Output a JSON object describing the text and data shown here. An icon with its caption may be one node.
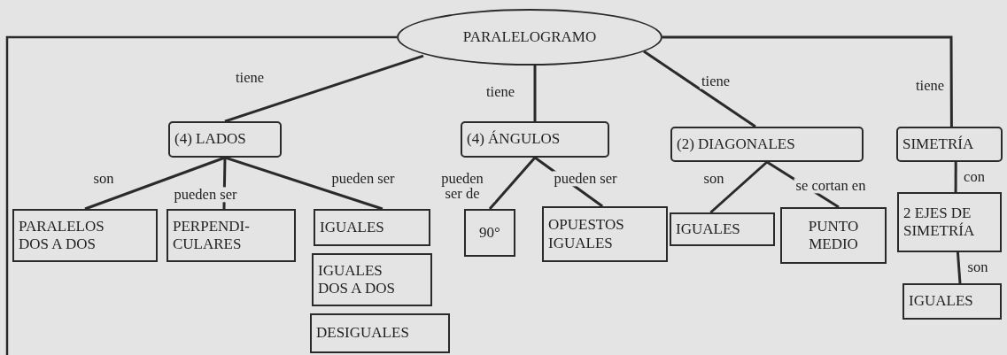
{
  "diagram": {
    "nodes": [
      {
        "text": [
          "PARALELOGRAMO"
        ]
      },
      {
        "text": [
          "(4) LADOS"
        ]
      },
      {
        "text": [
          "(4) ÁNGULOS"
        ]
      },
      {
        "text": [
          "(2) DIAGONALES"
        ]
      },
      {
        "text": [
          "SIMETRÍA"
        ]
      },
      {
        "text": [
          "PARALELOS DOS A DOS"
        ]
      },
      {
        "text": [
          "PERPENDI-CULARES"
        ]
      },
      {
        "text": [
          "IGUALES"
        ]
      },
      {
        "text": [
          "IGUALES DOS A DOS"
        ]
      },
      {
        "text": [
          "DESIGUALES"
        ]
      },
      {
        "text": [
          "90°"
        ]
      },
      {
        "text": [
          "OPUESTOS IGUALES"
        ]
      },
      {
        "text": [
          "IGUALES"
        ]
      },
      {
        "text": [
          "PUNTO MEDIO"
        ]
      },
      {
        "text": [
          "2 EJES DE SIMETRÍA"
        ]
      },
      {
        "text": [
          "IGUALES"
        ]
      }
    ],
    "edges": [
      {
        "from": 0,
        "to": 1,
        "arrow": "none",
        "label": "tiene"
      },
      {
        "from": 0,
        "to": 2,
        "arrow": "none",
        "label": "tiene"
      },
      {
        "from": 0,
        "to": 3,
        "arrow": "none",
        "label": "tiene"
      },
      {
        "from": 0,
        "to": 4,
        "arrow": "none",
        "label": "tiene"
      },
      {
        "from": 1,
        "to": 5,
        "arrow": "none",
        "label": "son"
      },
      {
        "from": 1,
        "to": 6,
        "arrow": "none",
        "label": "pueden ser"
      },
      {
        "from": 1,
        "to": 7,
        "arrow": "none",
        "label": "pueden ser"
      },
      {
        "from": 2,
        "to": 10,
        "arrow": "none",
        "label": "pueden ser de"
      },
      {
        "from": 2,
        "to": 11,
        "arrow": "none",
        "label": "pueden ser"
      },
      {
        "from": 3,
        "to": 12,
        "arrow": "none",
        "label": "son"
      },
      {
        "from": 3,
        "to": 13,
        "arrow": "none",
        "label": "se cortan en"
      },
      {
        "from": 4,
        "to": 14,
        "arrow": "none",
        "label": "con"
      },
      {
        "from": 14,
        "to": 15,
        "arrow": "none",
        "label": "son"
      }
    ]
  }
}
